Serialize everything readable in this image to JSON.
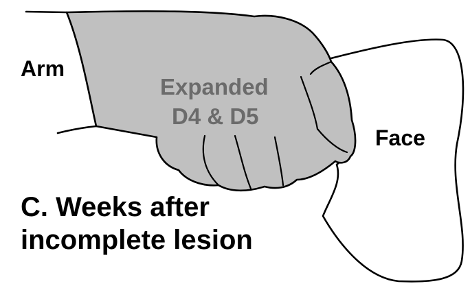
{
  "labels": {
    "arm": "Arm",
    "face": "Face",
    "expanded_line1": "Expanded",
    "expanded_line2": "D4 & D5",
    "caption_line1": "C. Weeks after",
    "caption_line2": "incomplete lesion"
  },
  "colors": {
    "expanded_region_fill": "#c0c0c0",
    "expanded_label": "#6b6b6b",
    "outline": "#000000",
    "background": "#ffffff"
  }
}
